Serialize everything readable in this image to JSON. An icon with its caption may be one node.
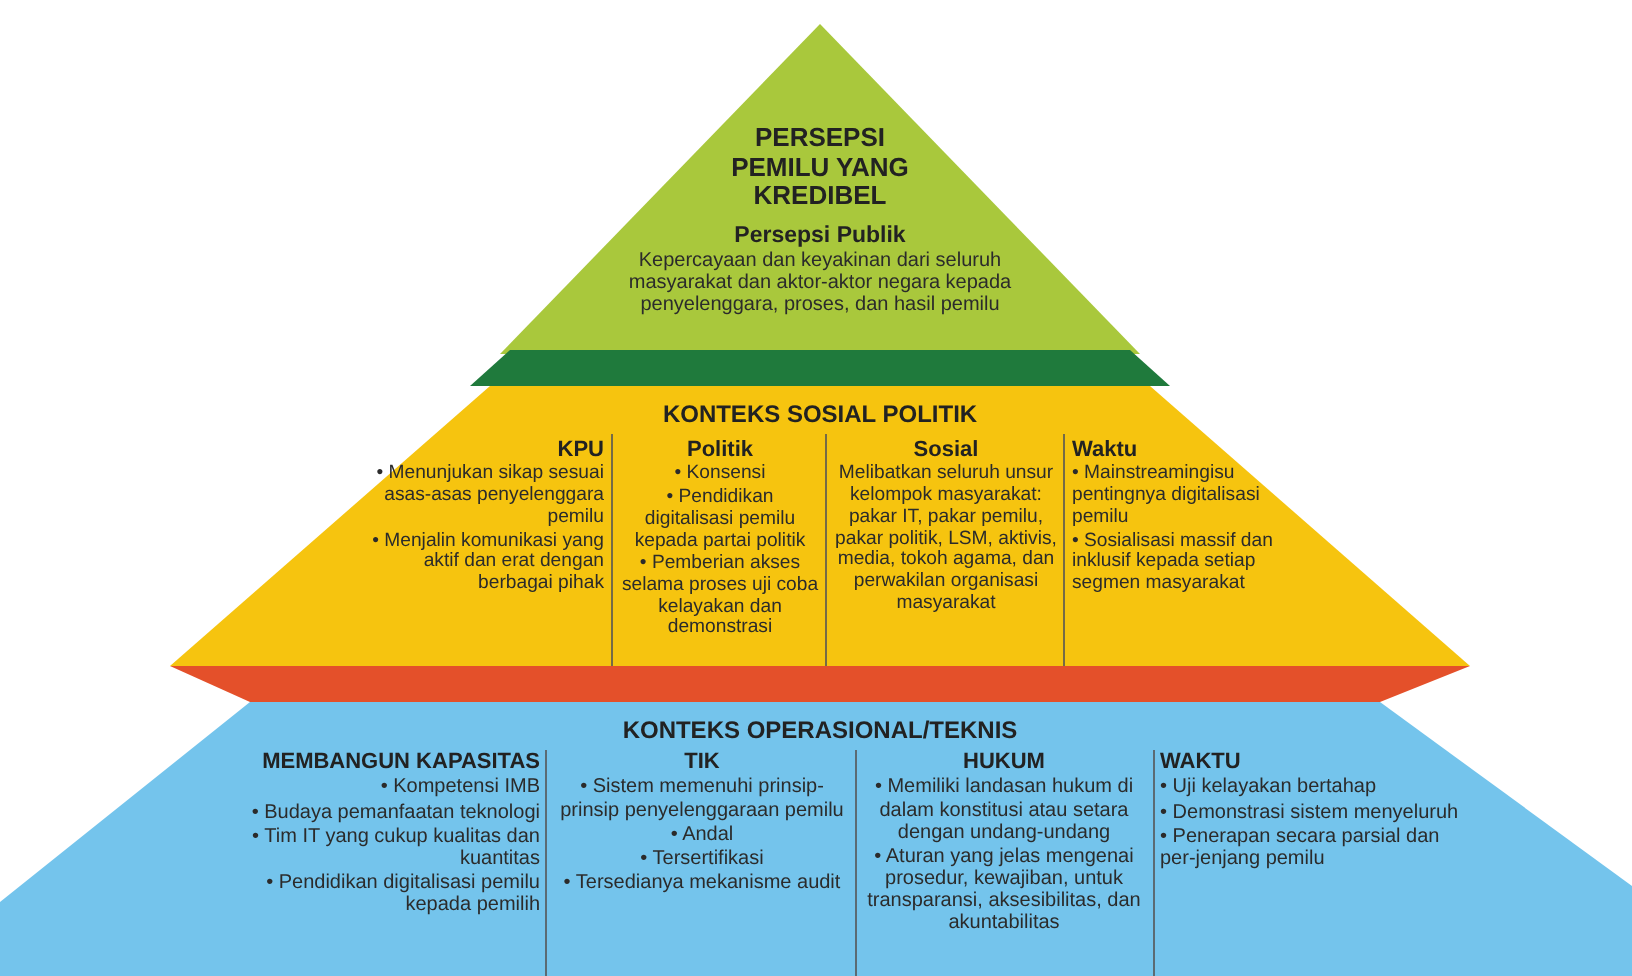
{
  "diagram": {
    "nodes": [
      {
        "text": [
          "PERSEPSI PEMILU YANG KREDIBEL",
          "Persepsi Publik",
          "Kepercayaan dan keyakinan dari seluruh masyarakat dan aktor-aktor negara kepada penyelenggara, proses, dan hasil pemilu"
        ]
      },
      {
        "text": [],
        "shape": "bar"
      },
      {
        "text": [
          "KONTEKS SOSIAL POLITIK"
        ]
      },
      {
        "text": [
          "KPU",
          "• Menunjukan sikap sesuai asas-asas penyelenggara pemilu",
          "• Menjalin komunikasi yang aktif dan erat dengan berbagai pihak"
        ],
        "in": 2
      },
      {
        "text": [
          "Politik",
          "• Konsensi",
          "• Pendidikan digitalisasi pemilu kepada partai politik",
          "• Pemberian akses selama proses uji coba kelayakan dan demonstrasi"
        ],
        "in": 2
      },
      {
        "text": [
          "Sosial",
          "Melibatkan seluruh unsur kelompok masyarakat: pakar IT, pakar pemilu, pakar politik, LSM, aktivis, media, tokoh agama, dan perwakilan organisasi masyarakat"
        ],
        "in": 2
      },
      {
        "text": [
          "Waktu",
          "• Mainstreamingisu pentingnya digitalisasi pemilu",
          "• Sosialisasi massif dan inklusif kepada setiap segmen masyarakat"
        ],
        "in": 2
      },
      {
        "text": [],
        "shape": "bar"
      },
      {
        "text": [
          "KONTEKS OPERASIONAL/TEKNIS"
        ]
      },
      {
        "text": [
          "MEMBANGUN KAPASITAS",
          "• Kompetensi IMB",
          "• Budaya pemanfaatan teknologi",
          "• Tim IT yang cukup kualitas dan kuantitas",
          "• Pendidikan digitalisasi pemilu kepada pemilih"
        ],
        "in": 8
      },
      {
        "text": [
          "TIK",
          "• Sistem memenuhi prinsip-prinsip penyelenggaraan pemilu",
          "• Andal",
          "• Tersertifikasi",
          "• Tersedianya mekanisme audit"
        ],
        "in": 8
      },
      {
        "text": [
          "HUKUM",
          "• Memiliki landasan hukum di dalam konstitusi atau setara dengan undang-undang",
          "• Aturan yang jelas mengenai prosedur, kewajiban, untuk transparansi, aksesibilitas, dan akuntabilitas"
        ],
        "in": 8
      },
      {
        "text": [
          "WAKTU",
          "• Uji kelayakan bertahap",
          "• Demonstrasi sistem menyeluruh",
          "• Penerapan secara parsial dan per-jenjang pemilu"
        ],
        "in": 8
      }
    ]
  }
}
